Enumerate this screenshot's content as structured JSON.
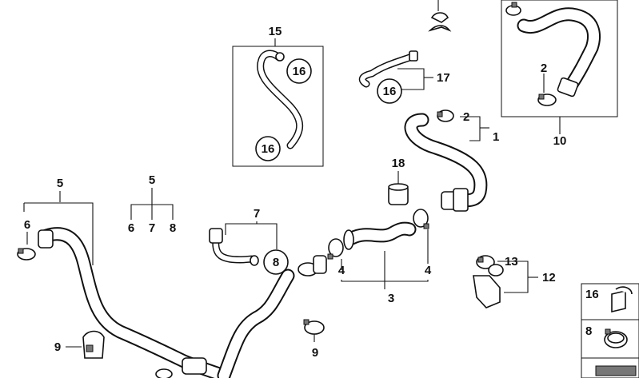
{
  "diagram": {
    "labels": {
      "l15": "15",
      "l16a": "16",
      "l16b": "16",
      "l16c": "16",
      "l17": "17",
      "l2a": "2",
      "l2b": "2",
      "l1": "1",
      "l10": "10",
      "l18": "18",
      "l5a": "5",
      "l6a": "6",
      "l5b": "5",
      "l6b": "6",
      "l7b": "7",
      "l8b": "8",
      "l7": "7",
      "l8c": "8",
      "l4a": "4",
      "l4b": "4",
      "l3": "3",
      "l13": "13",
      "l12": "12",
      "l16d": "16",
      "l8d": "8",
      "l9a": "9",
      "l9b": "9"
    }
  }
}
